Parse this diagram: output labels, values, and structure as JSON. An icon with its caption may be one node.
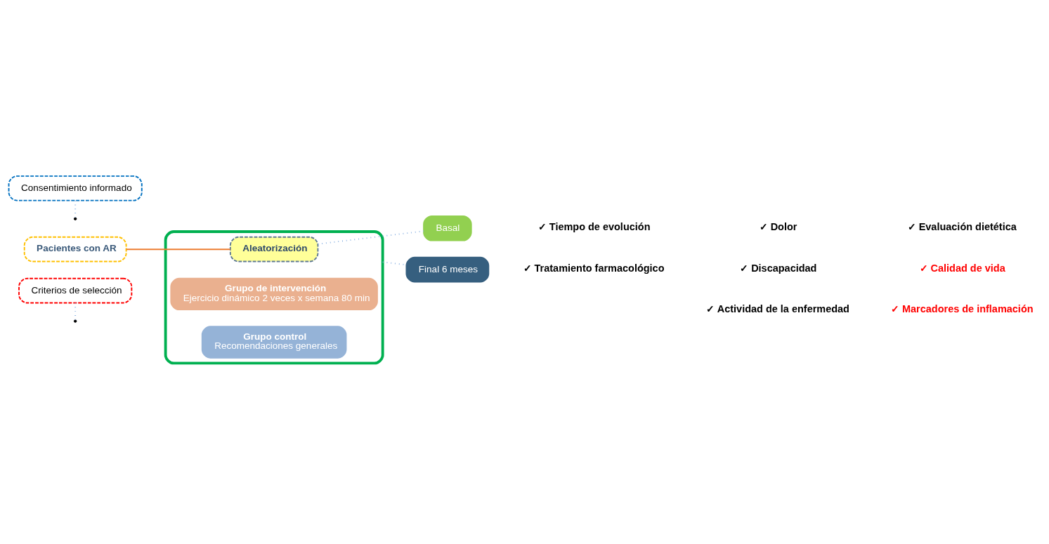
{
  "diagram": {
    "nodes": [
      {
        "text": [
          "Criterios de selección"
        ]
      },
      {
        "text": [
          "Pacientes con AR"
        ]
      },
      {
        "text": [
          "Consentimiento informado"
        ]
      },
      {
        "text": [],
        "shape": "arrow"
      },
      {
        "text": [
          "Aleatorización"
        ],
        "in": 3
      },
      {
        "text": [
          "Grupo de intervención",
          "Ejercicio dinámico 2 veces x semana 80 min"
        ],
        "in": 3
      },
      {
        "text": [
          "Grupo control",
          "Recomendaciones generales"
        ],
        "in": 3
      },
      {
        "text": [
          "Basal"
        ]
      },
      {
        "text": [
          "Final 6 meses"
        ]
      }
    ],
    "edges": [
      {
        "from": 1,
        "to": 4,
        "arrow": "none",
        "color": "#ed7d31"
      },
      {
        "from": 0,
        "to": null,
        "arrow": "none",
        "style": "dashed"
      },
      {
        "from": 2,
        "to": null,
        "arrow": "none",
        "style": "dashed"
      },
      {
        "from": 4,
        "to": 7,
        "arrow": "none",
        "style": "dashed"
      },
      {
        "from": 3,
        "to": 8,
        "arrow": "none",
        "style": "dashed"
      }
    ],
    "labels": [
      "✓ Tiempo de evolución",
      "✓ Tratamiento farmacológico",
      "✓ Dolor",
      "✓ Discapacidad",
      "✓ Actividad de la enfermedad",
      "✓ Evaluación dietética",
      "✓ Calidad de vida",
      "✓ Marcadores de inflamación"
    ]
  }
}
